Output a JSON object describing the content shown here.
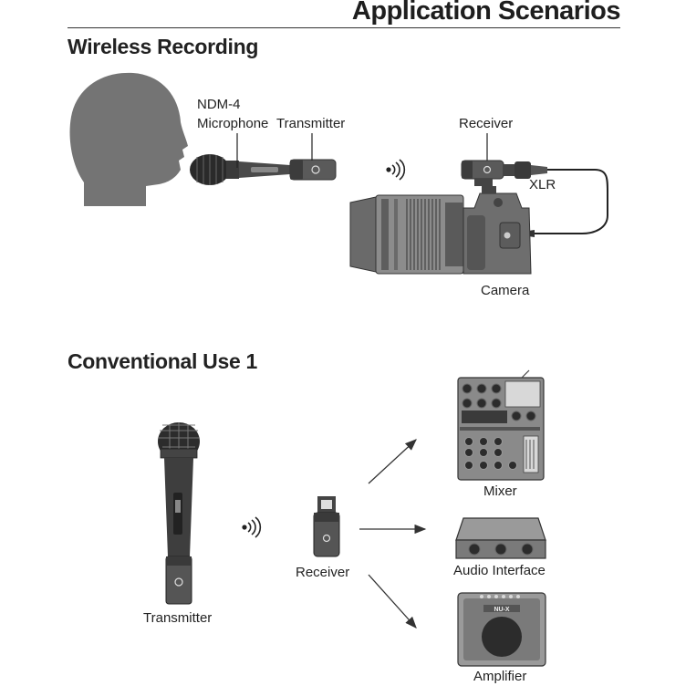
{
  "header": {
    "title": "Application Scenarios"
  },
  "wireless": {
    "heading": "Wireless Recording",
    "label_ndm": "NDM-4",
    "label_microphone": "Microphone",
    "label_transmitter": "Transmitter",
    "label_receiver": "Receiver",
    "label_xlr": "XLR",
    "label_camera": "Camera"
  },
  "conventional": {
    "heading": "Conventional Use 1",
    "label_transmitter": "Transmitter",
    "label_receiver": "Receiver",
    "label_mixer": "Mixer",
    "label_audio_interface": "Audio Interface",
    "label_amplifier": "Amplifier",
    "amp_brand": "NU-X"
  }
}
